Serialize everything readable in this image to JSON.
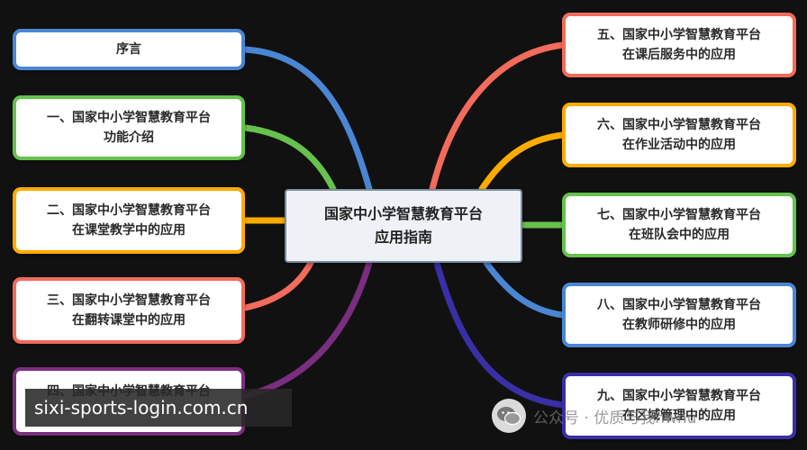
{
  "center": {
    "title": "国家中小学智慧教育平台\n应用指南"
  },
  "left_branches": [
    {
      "label": "序言",
      "color": "#4a86d4"
    },
    {
      "label": "一、国家中小学智慧教育平台\n功能介绍",
      "color": "#66c24d"
    },
    {
      "label": "二、国家中小学智慧教育平台\n在课堂教学中的应用",
      "color": "#ffab00"
    },
    {
      "label": "三、国家中小学智慧教育平台\n在翻转课堂中的应用",
      "color": "#f26b5b"
    },
    {
      "label": "四、国家中小学智慧教育平台",
      "color": "#7a2e7f"
    }
  ],
  "right_branches": [
    {
      "label": "五、国家中小学智慧教育平台\n在课后服务中的应用",
      "color": "#f26b5b"
    },
    {
      "label": "六、国家中小学智慧教育平台\n在作业活动中的应用",
      "color": "#ffab00"
    },
    {
      "label": "七、国家中小学智慧教育平台\n在班队会中的应用",
      "color": "#66c24d"
    },
    {
      "label": "八、国家中小学智慧教育平台\n在教师研修中的应用",
      "color": "#4a86d4"
    },
    {
      "label": "九、国家中小学智慧教育平台\n在区域管理中的应用",
      "color": "#3a2fa6"
    }
  ],
  "watermarks": {
    "site": "sixi-sports-login.com.cn",
    "wechat": "公众号 · 优质与我nwnu",
    "wechat_icon": "wechat-icon"
  }
}
